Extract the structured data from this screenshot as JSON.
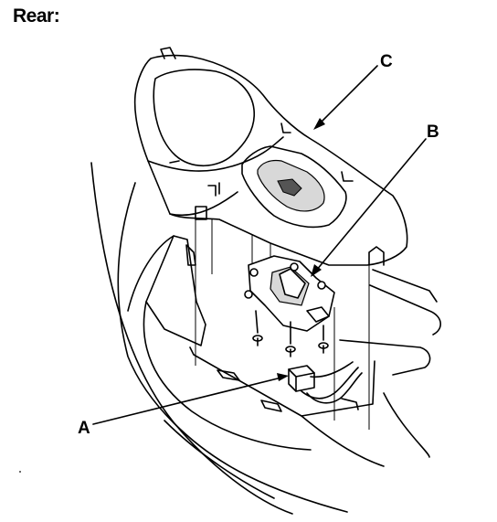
{
  "title": "Rear:",
  "callouts": {
    "a": "A",
    "b": "B",
    "c": "C"
  }
}
